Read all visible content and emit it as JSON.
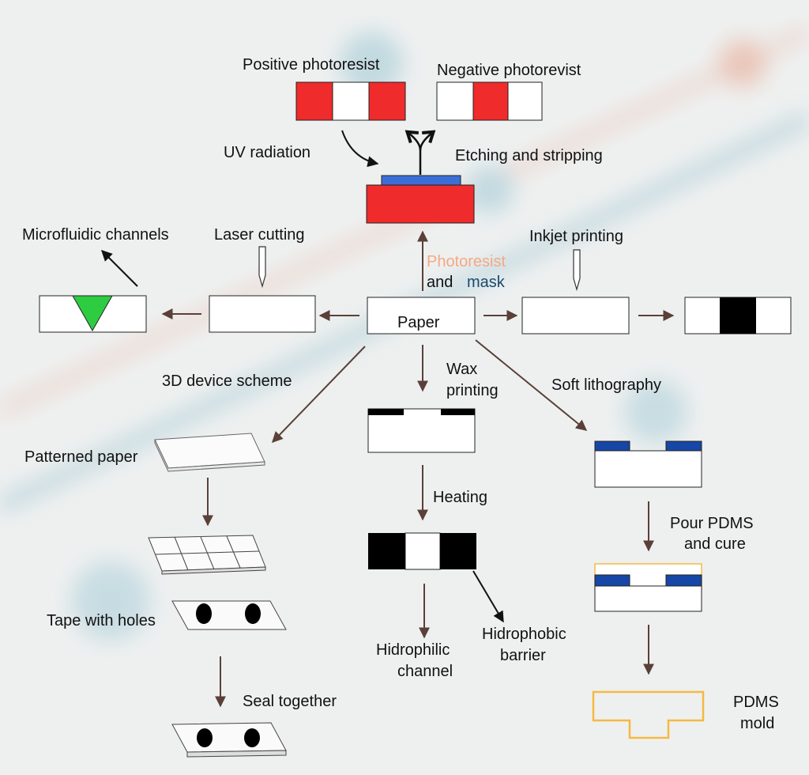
{
  "labels": {
    "positive_photoresist": "Positive photoresist",
    "negative_photoresist": "Negative photorevist",
    "uv_radiation": "UV radiation",
    "etching_stripping": "Etching and stripping",
    "microfluidic_channels": "Microfluidic  channels",
    "laser_cutting": "Laser cutting",
    "photoresist": "Photoresist",
    "and": "and",
    "mask": "mask",
    "inkjet_printing": "Inkjet printing",
    "paper": "Paper",
    "device_3d": "3D device scheme",
    "wax_printing_1": "Wax",
    "wax_printing_2": "printing",
    "soft_lithography": "Soft lithography",
    "patterned_paper": "Patterned paper",
    "heating": "Heating",
    "pour_pdms_1": "Pour PDMS",
    "pour_pdms_2": "and cure",
    "tape_with_holes": "Tape with holes",
    "hidrophobic_1": "Hidrophobic",
    "hidrophobic_2": "barrier",
    "hidrophilic_1": "Hidrophilic",
    "hidrophilic_2": "channel",
    "seal_together": "Seal together",
    "pdms_mold_1": "PDMS",
    "pdms_mold_2": "mold"
  },
  "colors": {
    "photoresist_red": "#f02b2b",
    "mask_blue": "#3a6fd8",
    "channel_green": "#2ecc40",
    "pdms_orange": "#f5b942",
    "soft_litho_blue": "#1646a6",
    "photoresist_text": "#f5a882",
    "mask_text": "#1a4a6e",
    "arrow_brown": "#5a4038"
  }
}
